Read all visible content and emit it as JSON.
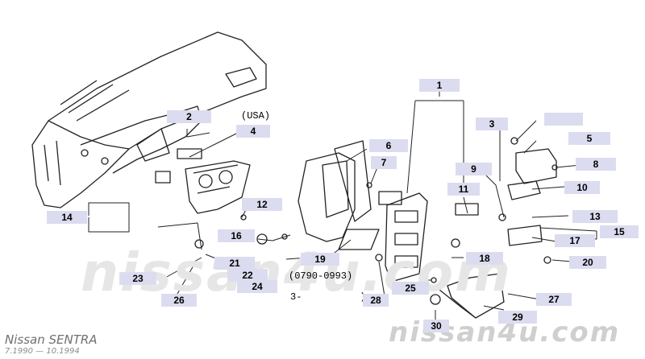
{
  "diagram": {
    "callouts": [
      "1",
      "2",
      "3",
      "4",
      "5",
      "6",
      "7",
      "8",
      "9",
      "10",
      "11",
      "12",
      "13",
      "14",
      "15",
      "16",
      "17",
      "18",
      "19",
      "20",
      "21",
      "22",
      "23",
      "24",
      "25",
      "26",
      "27",
      "28",
      "29",
      "30"
    ],
    "region_note": "(USA)",
    "range_note": "(0790-0993)",
    "range_note_2": "3-          )"
  },
  "watermark": "nissan4u.com",
  "footer": {
    "model": "Nissan SENTRA",
    "date_range": "7.1990 — 10.1994",
    "site": "nissan4u.com"
  }
}
